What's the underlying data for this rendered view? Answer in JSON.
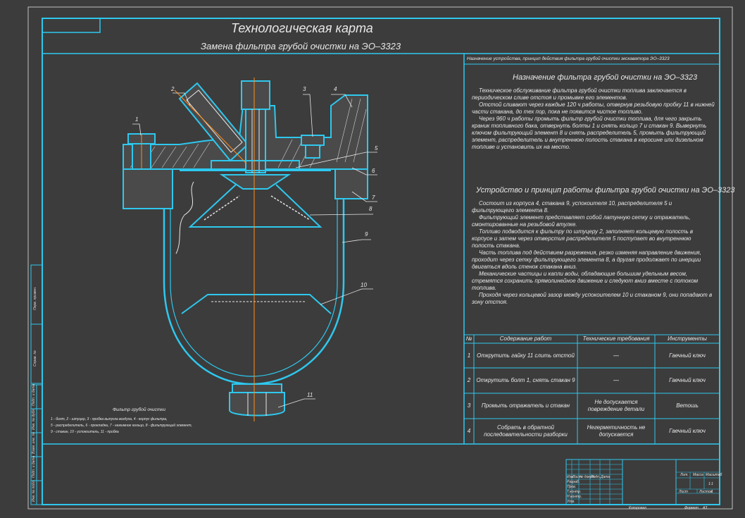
{
  "header": {
    "title": "Технологическая карта",
    "subtitle": "Замена фильтра грубой очистки на ЭО–3323"
  },
  "info_header": "Назначение устройства, принцип действия фильтра грубой очистки экскаватора ЭО–3323",
  "sections": [
    {
      "heading": "Назначение фильтра грубой очистки на ЭО–3323",
      "paragraphs": [
        "Техническое обслуживание фильтра грубой очистки топлива заключается в периодическом сливе отстоя и промывке его элементов.",
        "Отстой сливают через каждые 120 ч работы, отвернув резьбовую пробку 11 в нижней части стакана, до тех пор, пока не появится чистое топливо.",
        "Через 960 ч работы промыть фильтр грубой очистки топлива, для чего закрыть краник топливного бака, отвернуть болты 1 и снять кольцо 7 и стакан 9. Вывернуть ключом фильтрующий элемент 8 и снять распределитель 5, промыть фильтрующий элемент, распределитель и внутреннюю полость стакана в керосине или дизельном топливе и установить их на место."
      ]
    },
    {
      "heading": "Устройство и принцип работы фильтра грубой очистки на ЭО–3323",
      "paragraphs": [
        "Состоит из корпуса 4, стакана 9, успокоителя 10, распределителя 5 и фильтрующего элемента 8.",
        "Фильтрующий элемент представляет собой латунную сетку и отражатель, смонтированные на резьбовой втулке.",
        "Топливо подводится к фильтру по штуцеру 2, заполняет кольцевую полость в корпусе и затем через отверстия распределителя 5 поступает во внутреннюю полость стакана.",
        "Часть топлива под действием разрежения, резко изменяя направление движения, проходит через сетку фильтрующего элемента 8, а другая продолжает по инерции двигаться вдоль стенок стакана вниз.",
        "Механические частицы и капли воды, обладающие большим удельным весом, стремятся сохранить прямолинейное движение и следуют вниз вместе с потоком топлива.",
        "Проходя через кольцевой зазор между успокоителем 10 и стаканом 9, они попадают в зону отстоя."
      ]
    }
  ],
  "ops_table": {
    "headers": [
      "№",
      "Содержание работ",
      "Технические требования",
      "Инструменты"
    ],
    "rows": [
      [
        "1",
        "Открутить гайку 11 слить отстой",
        "—",
        "Гаечный ключ"
      ],
      [
        "2",
        "Открутить болт 1, снять стакан 9",
        "—",
        "Гаечный ключ"
      ],
      [
        "3",
        "Промыть отражатель и стакан",
        "Не допускается повреждение детали",
        "Ветошь"
      ],
      [
        "4",
        "Собрать в обратной последовательности разборки",
        "Негерметичность не допускается",
        "Гаечный ключ"
      ]
    ]
  },
  "drawing": {
    "caption_title": "Фильтр грубой очистки",
    "legend_lines": [
      "1 - болт, 2 - штуцер, 3 - пробка выпуска воздуха, 4 - корпус фильтра,",
      "5 - распределитель, 6 - прокладка, 7 - нажимное кольцо, 8 - фильтрующий элемент,",
      "9 - стакан, 10 - успокоитель, 11 - пробка"
    ],
    "callouts": [
      "1",
      "2",
      "3",
      "4",
      "5",
      "6",
      "7",
      "8",
      "9",
      "10",
      "11"
    ]
  },
  "side_labels": [
    "Перв. примен.",
    "Справ. №",
    "Подп. и дата",
    "Инв. № дубл.",
    "Взам. инв. №",
    "Подп. и дата",
    "Инв. № подл."
  ],
  "title_block": {
    "row_labels": [
      "Изм.",
      "Лист",
      "№ докум.",
      "Подп.",
      "Дата",
      "Разраб.",
      "Пров.",
      "Т.контр.",
      "Н.контр.",
      "Утв."
    ],
    "right_labels": [
      "Лит.",
      "Масса",
      "Масштаб",
      "Лист",
      "Листов"
    ],
    "right_values": [
      "1:1",
      "1"
    ]
  },
  "footer": {
    "copied": "Копировал",
    "format": "Формат",
    "format_value": "A3"
  },
  "colors": {
    "frame": "#2ec8ee",
    "line": "#e6e6e6",
    "axis": "#ff8c1a",
    "bg": "#3c3c3c"
  }
}
